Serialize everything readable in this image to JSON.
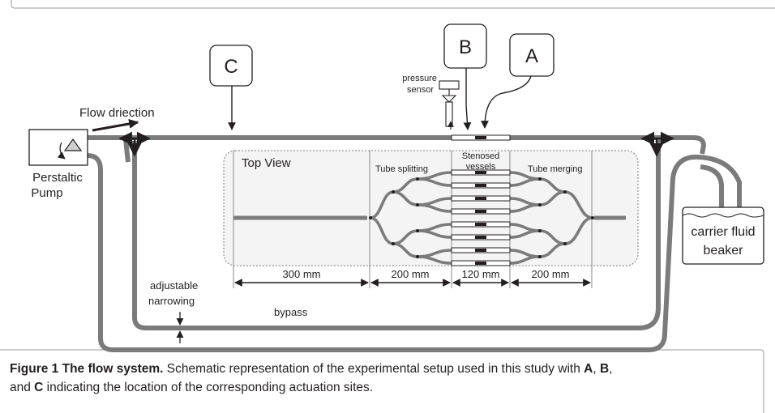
{
  "labels": {
    "marker_a": "A",
    "marker_b": "B",
    "marker_c": "C",
    "pressure_sensor_line1": "pressure",
    "pressure_sensor_line2": "sensor",
    "flow_direction": "Flow driection",
    "pump_line1": "Perstaltic",
    "pump_line2": "Pump",
    "top_view": "Top View",
    "tube_splitting": "Tube splitting",
    "stenosed_line1": "Stenosed",
    "stenosed_line2": "vessels",
    "tube_merging": "Tube merging",
    "beaker_line1": "carrier fluid",
    "beaker_line2": "beaker",
    "adjustable_line1": "adjustable",
    "adjustable_line2": "narrowing",
    "bypass": "bypass"
  },
  "dimensions": [
    "300 mm",
    "200 mm",
    "120 mm",
    "200 mm"
  ],
  "caption": {
    "title": "Figure 1 The flow system.",
    "text_1": " Schematic representation of the experimental setup used in this study with ",
    "a": "A",
    "sep_1": ", ",
    "b": "B",
    "sep_2": ",",
    "text_2": "and ",
    "c": "C",
    "text_3": " indicating the location of the corresponding actuation sites."
  },
  "colors": {
    "tube": "#7b7b7b",
    "outline": "#231f20",
    "panel_fill": "#f4f4f4",
    "frame": "#9a9a9a"
  }
}
